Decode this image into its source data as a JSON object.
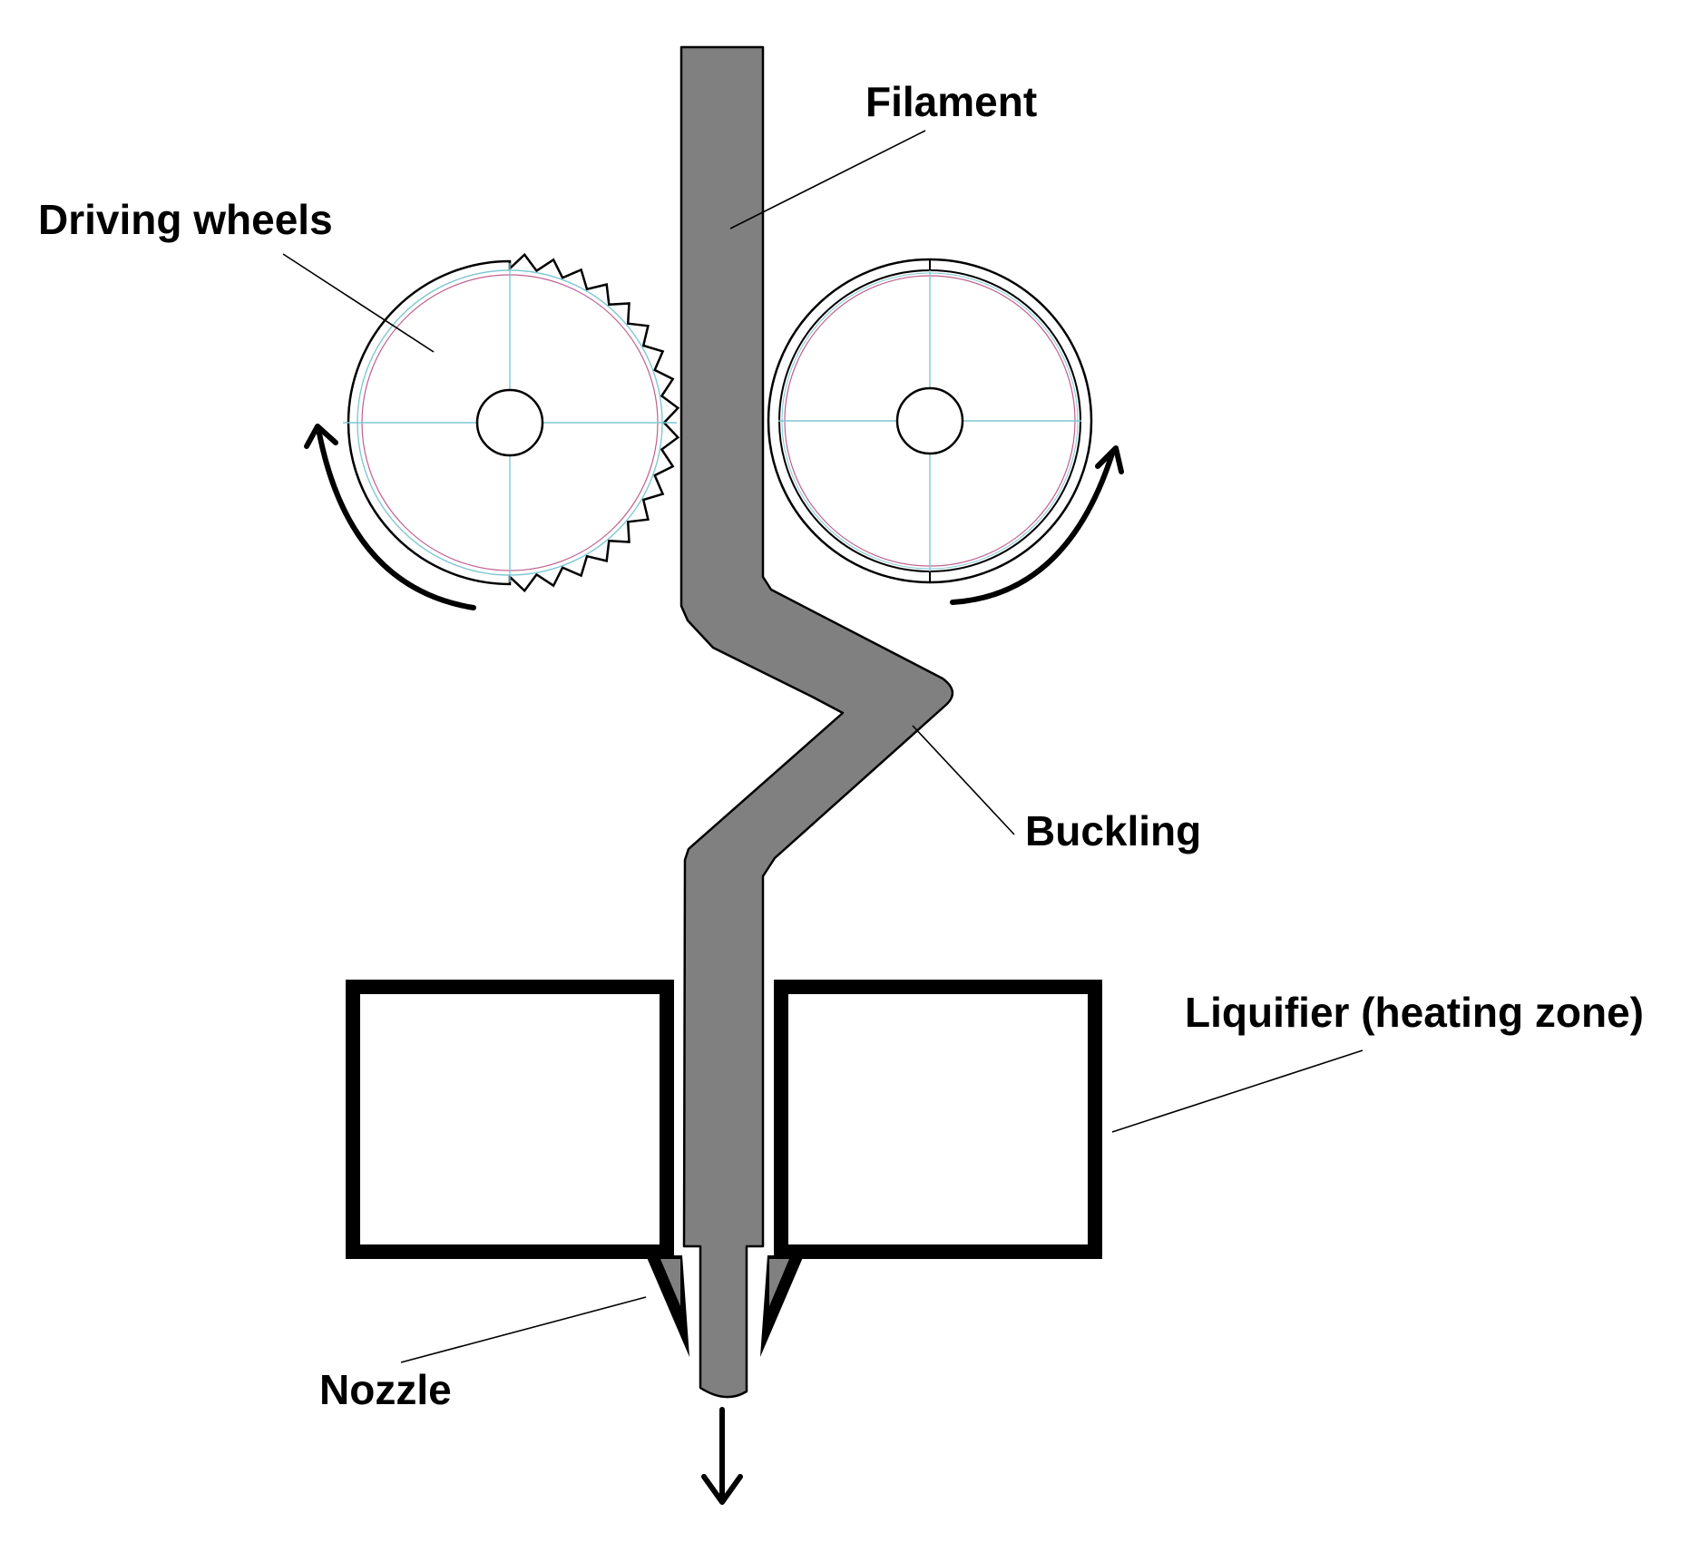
{
  "labels": {
    "filament": "Filament",
    "driving_wheels": "Driving wheels",
    "buckling": "Buckling",
    "liquifier": "Liquifier (heating zone)",
    "nozzle": "Nozzle"
  },
  "colors": {
    "filament": "#808080",
    "outline": "#000000",
    "centerline": "#7fc8d4",
    "pitch_circle": "#c0608f",
    "background": "#ffffff"
  }
}
